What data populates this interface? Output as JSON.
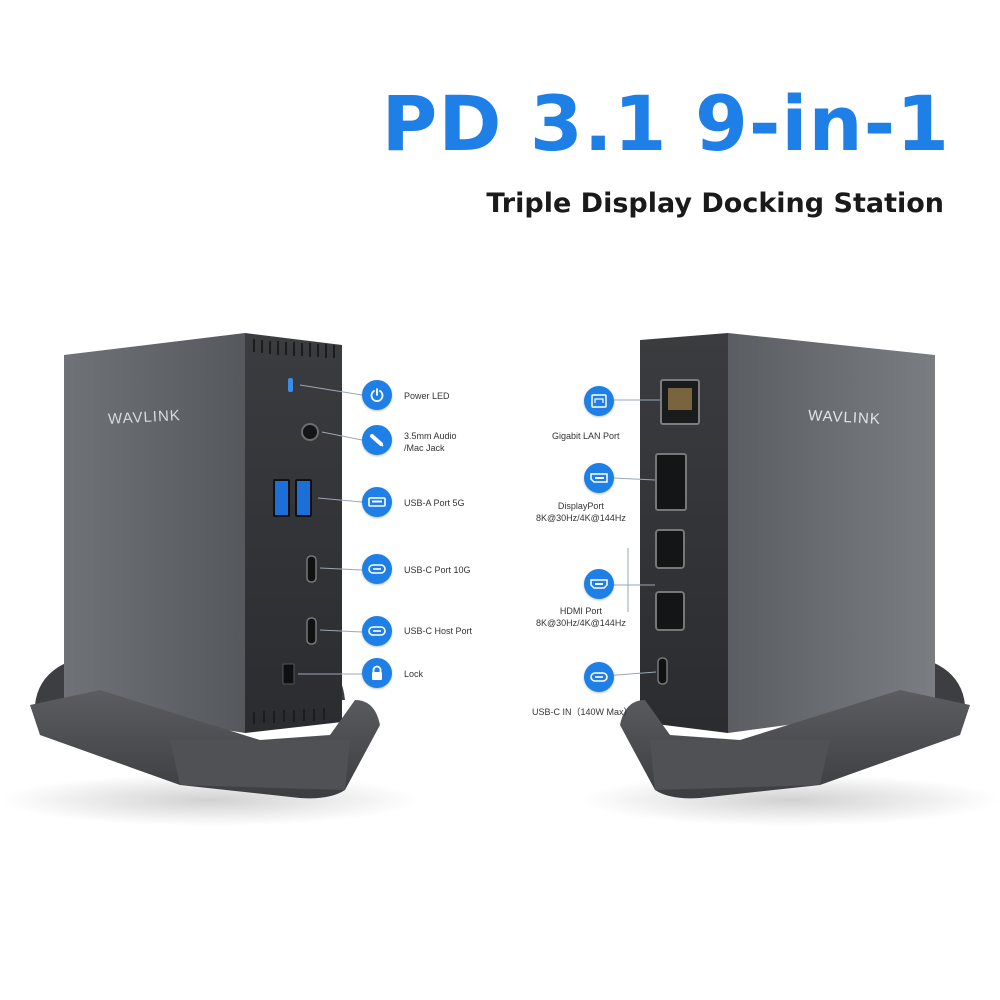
{
  "header": {
    "title": "PD 3.1 9-in-1",
    "subtitle": "Triple Display Docking Station"
  },
  "brand": {
    "left_logo": "WAVLINK",
    "right_logo": "WAVLINK"
  },
  "colors": {
    "accent": "#1e7fe6",
    "device": "#5b5e62",
    "device_dark": "#2c2e31",
    "stand": "#4a4c50"
  },
  "left_ports": [
    {
      "label": "Power LED",
      "icon": "power-icon"
    },
    {
      "label": "3.5mm Audio\n/Mac Jack",
      "icon": "audio-jack-icon"
    },
    {
      "label": "USB-A Port 5G",
      "icon": "usb-a-icon"
    },
    {
      "label": "USB-C Port 10G",
      "icon": "usb-c-icon"
    },
    {
      "label": "USB-C Host Port",
      "icon": "usb-c-host-icon"
    },
    {
      "label": "Lock",
      "icon": "lock-icon"
    }
  ],
  "right_ports": [
    {
      "label": "Gigabit LAN Port",
      "icon": "ethernet-icon"
    },
    {
      "label": "DisplayPort\n8K@30Hz/4K@144Hz",
      "icon": "displayport-icon"
    },
    {
      "label": "HDMI Port\n8K@30Hz/4K@144Hz",
      "icon": "hdmi-icon"
    },
    {
      "label": "USB-C IN（140W Max）",
      "icon": "usb-c-in-icon"
    }
  ]
}
